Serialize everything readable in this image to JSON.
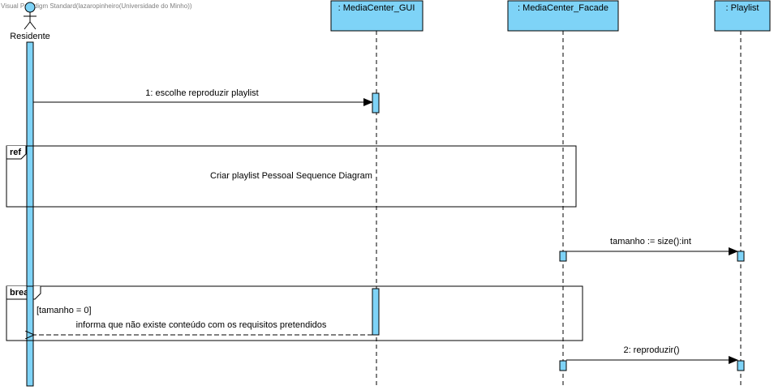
{
  "watermark": "Visual Paradigm Standard(lazaropinheiro(Universidade do Minho))",
  "actor": {
    "name": "Residente",
    "icon": "stick-figure-actor-icon"
  },
  "lifelines": [
    {
      "id": "gui",
      "label": ": MediaCenter_GUI"
    },
    {
      "id": "facade",
      "label": ": MediaCenter_Facade"
    },
    {
      "id": "playlist",
      "label": ": Playlist"
    }
  ],
  "messages": [
    {
      "id": "msg1",
      "label": "1: escolhe reproduzir playlist",
      "from": "Residente",
      "to": ": MediaCenter_GUI",
      "kind": "synchronous"
    },
    {
      "id": "msg-size",
      "label": "tamanho := size():int",
      "from": ": MediaCenter_Facade",
      "to": ": Playlist",
      "kind": "synchronous"
    },
    {
      "id": "msg-informa",
      "label": "informa que não existe conteúdo com os requisitos pretendidos",
      "from": ": MediaCenter_GUI",
      "to": "Residente",
      "kind": "return"
    },
    {
      "id": "msg2",
      "label": "2: reproduzir()",
      "from": ": MediaCenter_Facade",
      "to": ": Playlist",
      "kind": "synchronous"
    }
  ],
  "fragments": {
    "ref": {
      "tag": "ref",
      "text": "Criar playlist Pessoal Sequence Diagram"
    },
    "break": {
      "tag": "break",
      "guard": "[tamanho = 0]"
    }
  },
  "colors": {
    "lifeline_fill": "#7ED3F7",
    "frame_stroke": "#000000",
    "background": "#FFFFFF"
  }
}
